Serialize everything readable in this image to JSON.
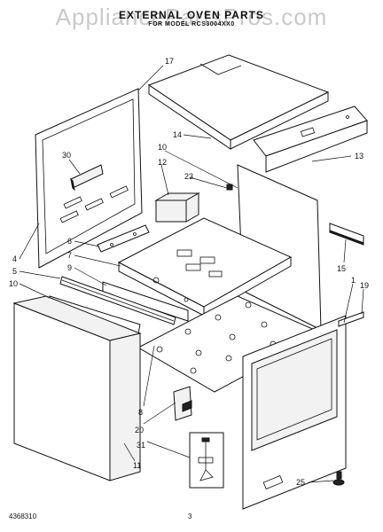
{
  "header": {
    "watermark": "AppliancePartsPros.com",
    "title": "EXTERNAL OVEN PARTS",
    "subtitle": "FOR MODEL RCS3004XX0"
  },
  "callouts": {
    "c17": "17",
    "c14": "14",
    "c10a": "10",
    "c12": "12",
    "c13": "13",
    "c30": "30",
    "c23": "23",
    "c6": "6",
    "c7": "7",
    "c9": "9",
    "c4": "4",
    "c5": "5",
    "c10b": "10",
    "c15": "15",
    "c1": "1",
    "c19": "19",
    "c8": "8",
    "c20": "20",
    "c31": "31",
    "c11": "11",
    "c25": "25"
  },
  "footer": {
    "doc_number": "4368310",
    "page_number": "3"
  }
}
